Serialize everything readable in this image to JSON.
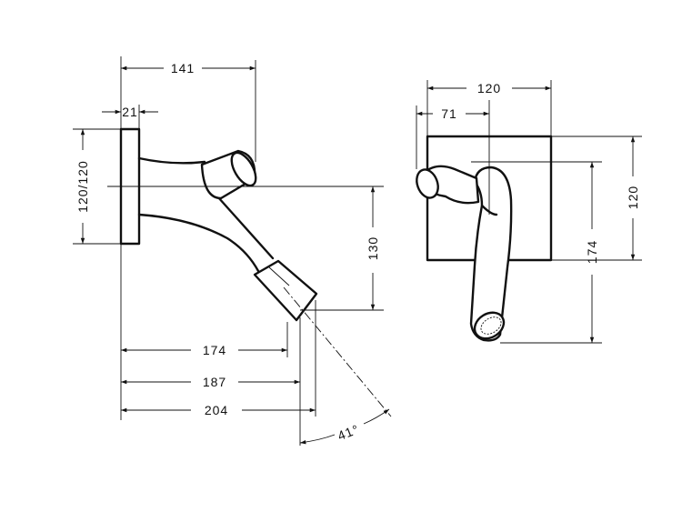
{
  "diagram": {
    "side_view": {
      "dim_wall_to_handle": "141",
      "dim_plate_thickness": "21",
      "dim_plate_height": "120/120",
      "dim_height": "130",
      "dim_spout_174": "174",
      "dim_spout_187": "187",
      "dim_spout_204": "204",
      "dim_angle": "41°"
    },
    "front_view": {
      "dim_plate_width": "120",
      "dim_handle_offset": "71",
      "dim_plate_height": "120",
      "dim_spout_height": "174"
    }
  }
}
